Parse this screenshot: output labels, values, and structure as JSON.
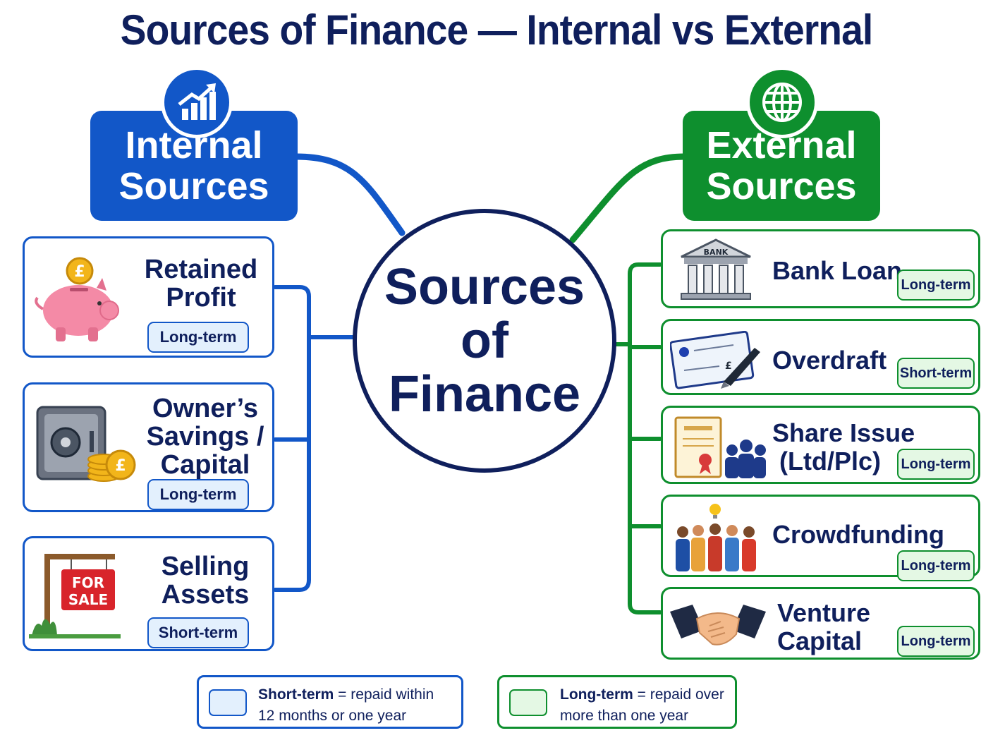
{
  "title": "Sources of Finance — Internal vs External",
  "center": {
    "line1": "Sources",
    "line2": "of",
    "line3": "Finance"
  },
  "internal": {
    "heading_line1": "Internal",
    "heading_line2": "Sources",
    "icon": "bar-chart-growth-icon",
    "items": [
      {
        "title_line1": "Retained",
        "title_line2": "Profit",
        "title_line3": "",
        "badge": "Long-term",
        "icon": "piggy-bank-icon"
      },
      {
        "title_line1": "Owner’s",
        "title_line2": "Savings /",
        "title_line3": "Capital",
        "badge": "Long-term",
        "icon": "safe-coins-icon"
      },
      {
        "title_line1": "Selling",
        "title_line2": "Assets",
        "title_line3": "",
        "badge": "Short-term",
        "icon": "for-sale-sign-icon",
        "sign_line1": "FOR",
        "sign_line2": "SALE"
      }
    ]
  },
  "external": {
    "heading_line1": "External",
    "heading_line2": "Sources",
    "icon": "globe-icon",
    "items": [
      {
        "title_line1": "Bank Loan",
        "title_line2": "",
        "badge": "Long-term",
        "icon": "bank-icon",
        "icon_label": "BANK"
      },
      {
        "title_line1": "Overdraft",
        "title_line2": "",
        "badge": "Short-term",
        "icon": "cheque-pen-icon"
      },
      {
        "title_line1": "Share Issue",
        "title_line2": "(Ltd/Plc)",
        "badge": "Long-term",
        "icon": "certificate-people-icon"
      },
      {
        "title_line1": "Crowdfunding",
        "title_line2": "",
        "badge": "Long-term",
        "icon": "crowd-icon"
      },
      {
        "title_line1": "Venture",
        "title_line2": "Capital",
        "badge": "Long-term",
        "icon": "handshake-icon"
      }
    ]
  },
  "legend": {
    "short_term": {
      "term": "Short-term",
      "line1": " = repaid within",
      "line2": "12 months or one year"
    },
    "long_term": {
      "term": "Long-term",
      "line1": " = repaid over",
      "line2": "more than one year"
    }
  },
  "colors": {
    "internal": "#1257c8",
    "external": "#0e8f2e",
    "navy": "#0f1f5c",
    "short_fill": "#e3f0fd",
    "long_fill": "#e4f8e4"
  }
}
